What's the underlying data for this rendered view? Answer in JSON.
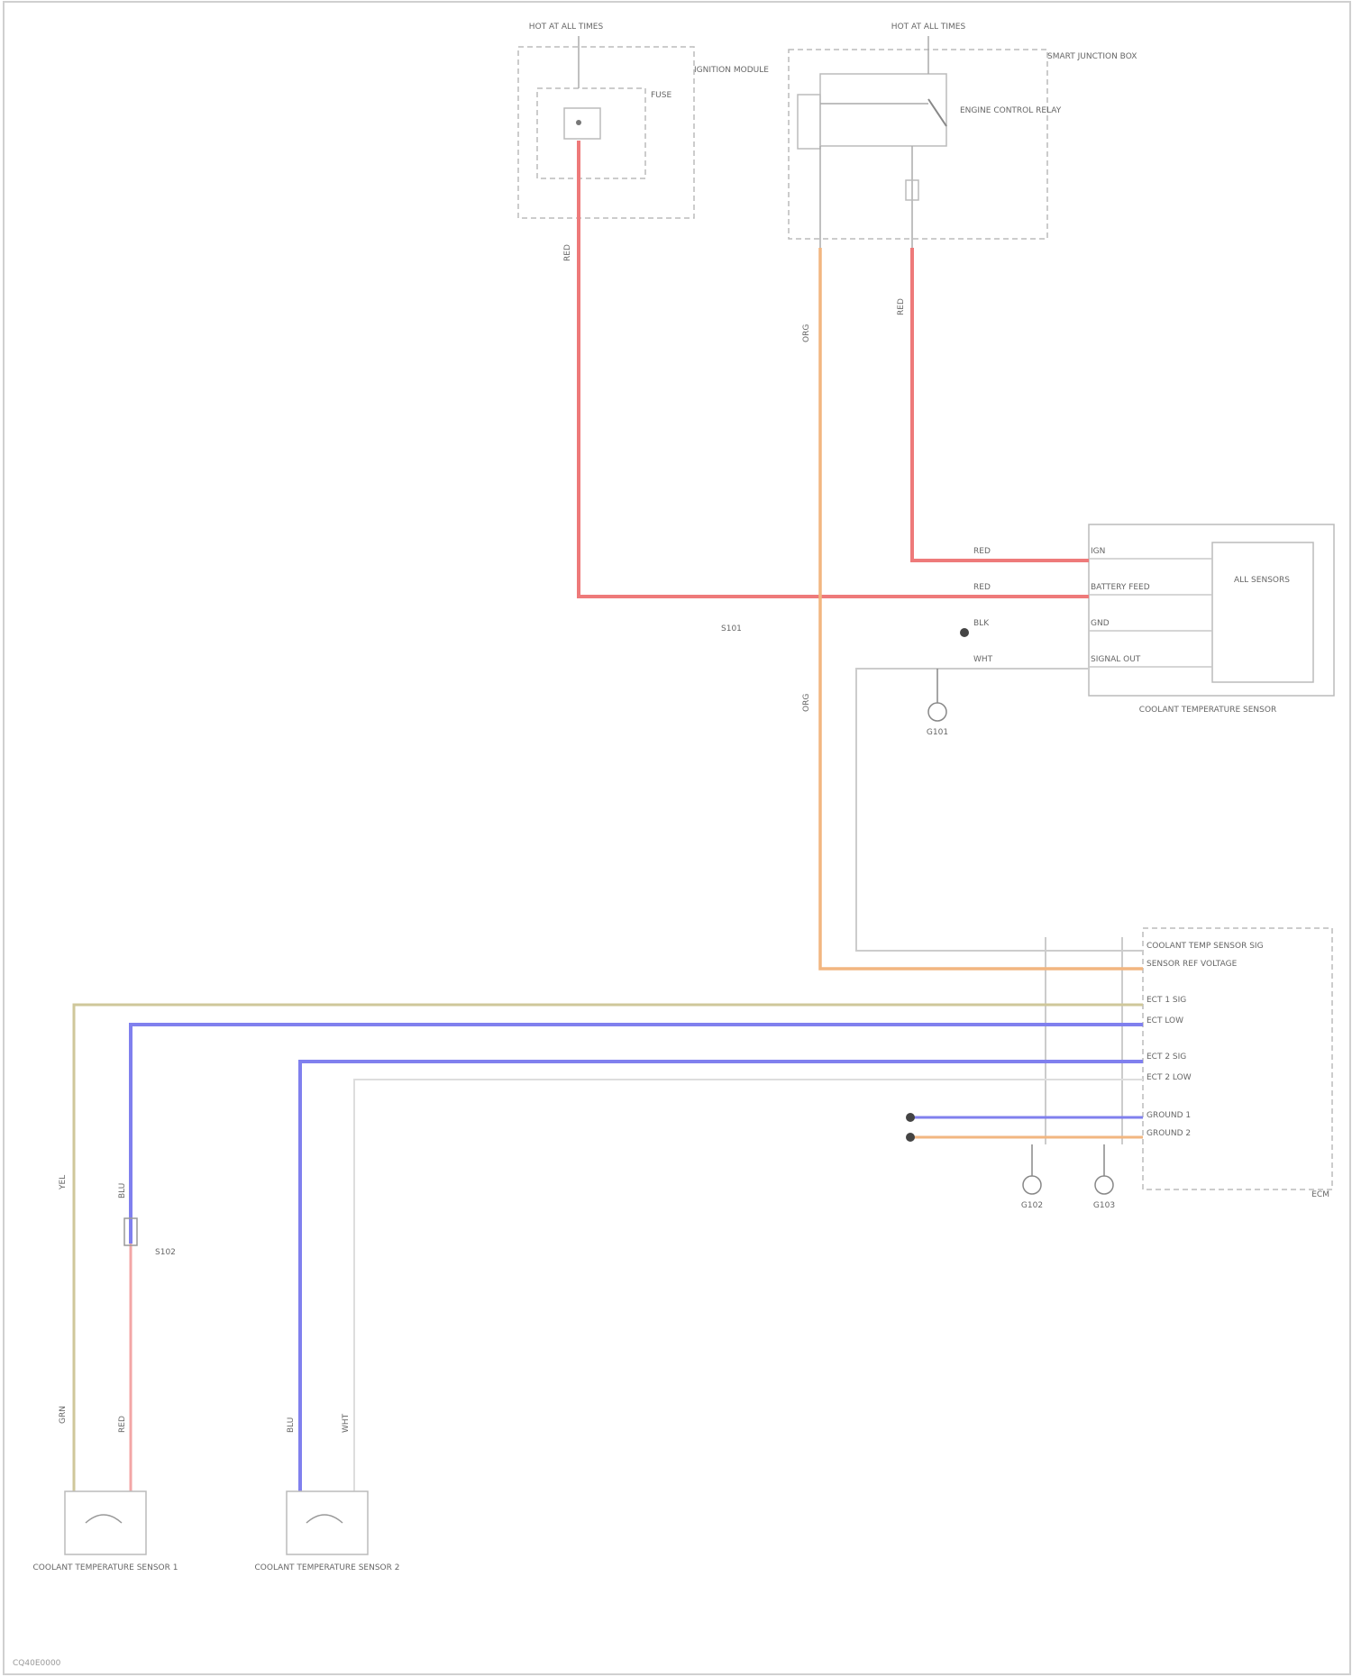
{
  "fuses": [
    {
      "label": "HOT AT ALL TIMES"
    },
    {
      "label": "HOT AT ALL TIMES"
    }
  ],
  "ignition_module": {
    "name": "IGNITION MODULE"
  },
  "smart_junction": {
    "name": "SMART JUNCTION BOX"
  },
  "fuse_inner": {
    "label": "FUSE"
  },
  "relay": {
    "name": "ENGINE CONTROL RELAY"
  },
  "sensor_module": {
    "name": "COOLANT TEMPERATURE SENSOR",
    "inner": "ALL SENSORS",
    "pins": [
      "IGN",
      "BATTERY FEED",
      "GND",
      "SIGNAL OUT"
    ]
  },
  "ecm": {
    "name": "ECM",
    "pins": [
      "COOLANT TEMP SENSOR SIG",
      "SENSOR REF VOLTAGE",
      "ECT 1 SIG",
      "ECT LOW",
      "ECT 2 SIG",
      "ECT 2 LOW",
      "GROUND 1",
      "GROUND 2"
    ]
  },
  "sensors": [
    {
      "name": "COOLANT TEMPERATURE SENSOR 1"
    },
    {
      "name": "COOLANT TEMPERATURE SENSOR 2"
    }
  ],
  "wire_labels": [
    "RED",
    "ORG",
    "RED",
    "WHT",
    "BLU",
    "YEL",
    "GRN",
    "BLK",
    "RED",
    "BLU"
  ],
  "grounds": [
    "G101",
    "G102",
    "G103"
  ],
  "splices": [
    "S101",
    "S102"
  ],
  "footer": "CQ40E0000"
}
